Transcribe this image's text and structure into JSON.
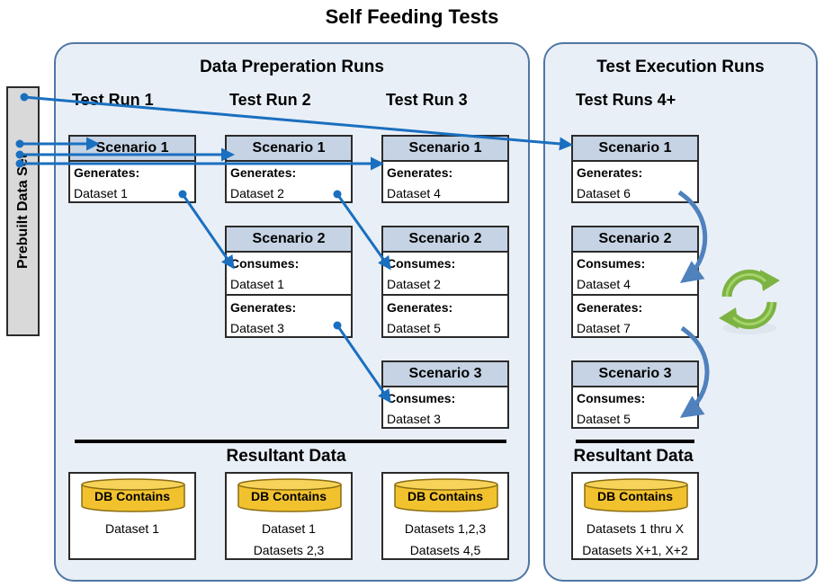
{
  "title": "Self Feeding Tests",
  "prebuilt_label": "Prebuilt Data Set",
  "panels": {
    "prep": {
      "title": "Data Preperation Runs",
      "runs": [
        {
          "label": "Test Run 1",
          "scenarios": [
            {
              "name": "Scenario 1",
              "sections": [
                {
                  "label": "Generates:",
                  "value": "Dataset 1"
                }
              ]
            }
          ],
          "db": {
            "label": "DB Contains",
            "lines": [
              "Dataset 1"
            ]
          }
        },
        {
          "label": "Test Run 2",
          "scenarios": [
            {
              "name": "Scenario 1",
              "sections": [
                {
                  "label": "Generates:",
                  "value": "Dataset 2"
                }
              ]
            },
            {
              "name": "Scenario 2",
              "sections": [
                {
                  "label": "Consumes:",
                  "value": "Dataset 1"
                },
                {
                  "label": "Generates:",
                  "value": "Dataset 3"
                }
              ]
            }
          ],
          "db": {
            "label": "DB Contains",
            "lines": [
              "Dataset 1",
              "Datasets 2,3"
            ]
          }
        },
        {
          "label": "Test Run 3",
          "scenarios": [
            {
              "name": "Scenario 1",
              "sections": [
                {
                  "label": "Generates:",
                  "value": "Dataset 4"
                }
              ]
            },
            {
              "name": "Scenario 2",
              "sections": [
                {
                  "label": "Consumes:",
                  "value": "Dataset 2"
                },
                {
                  "label": "Generates:",
                  "value": "Dataset 5"
                }
              ]
            },
            {
              "name": "Scenario 3",
              "sections": [
                {
                  "label": "Consumes:",
                  "value": "Dataset 3"
                }
              ]
            }
          ],
          "db": {
            "label": "DB Contains",
            "lines": [
              "Datasets 1,2,3",
              "Datasets 4,5"
            ]
          }
        }
      ],
      "resultant": "Resultant Data"
    },
    "exec": {
      "title": "Test Execution Runs",
      "runs": [
        {
          "label": "Test Runs 4+",
          "scenarios": [
            {
              "name": "Scenario 1",
              "sections": [
                {
                  "label": "Generates:",
                  "value": "Dataset 6"
                }
              ]
            },
            {
              "name": "Scenario 2",
              "sections": [
                {
                  "label": "Consumes:",
                  "value": "Dataset 4"
                },
                {
                  "label": "Generates:",
                  "value": "Dataset 7"
                }
              ]
            },
            {
              "name": "Scenario 3",
              "sections": [
                {
                  "label": "Consumes:",
                  "value": "Dataset 5"
                }
              ]
            }
          ],
          "db": {
            "label": "DB Contains",
            "lines": [
              "Datasets 1 thru X",
              "Datasets X+1, X+2"
            ]
          }
        }
      ],
      "resultant": "Resultant Data"
    }
  },
  "colors": {
    "panel_fill": "#e9eff7",
    "panel_border": "#4f77a3",
    "scenario_header": "#c5d3e4",
    "arrow": "#1a6fbf",
    "cycle_arrow": "#4f81bd",
    "db_gold": "#f2c22e",
    "refresh_green": "#7cb342"
  },
  "icons": {
    "cycle": "refresh-icon",
    "db": "database-cylinder-icon"
  }
}
